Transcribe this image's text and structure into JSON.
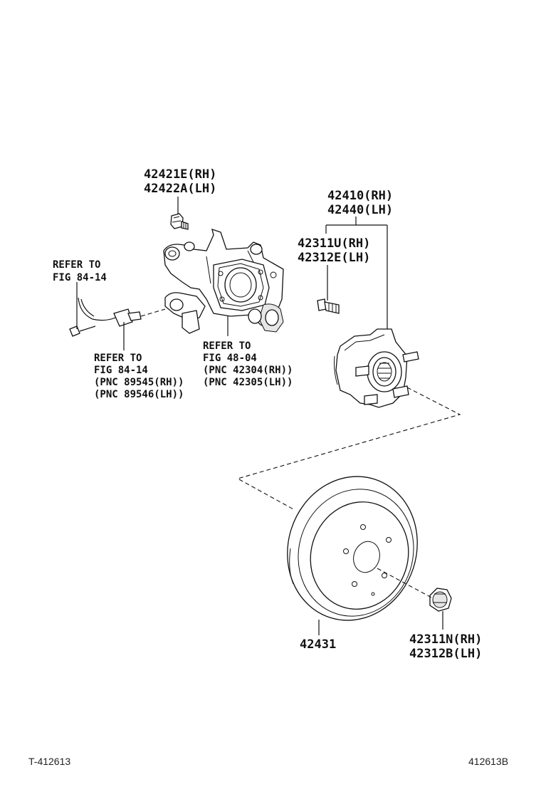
{
  "callouts": {
    "knuckle_bolt": [
      "42421E(RH)",
      "42422A(LH)"
    ],
    "hub_assembly": [
      "42410(RH)",
      "42440(LH)"
    ],
    "hub_bolt": [
      "42311U(RH)",
      "42312E(LH)"
    ],
    "sensor_refer_top": [
      "REFER TO",
      "FIG 84-14"
    ],
    "sensor_refer_bottom": [
      "REFER TO",
      "FIG 84-14",
      "(PNC 89545(RH))",
      "(PNC 89546(LH))"
    ],
    "knuckle_refer": [
      "REFER TO",
      "FIG 48-04",
      "(PNC 42304(RH))",
      "(PNC 42305(LH))"
    ],
    "disc": [
      "42431"
    ],
    "nut": [
      "42311N(RH)",
      "42312B(LH)"
    ]
  },
  "footer": {
    "left_id": "T-412613",
    "right_id": "412613B"
  }
}
